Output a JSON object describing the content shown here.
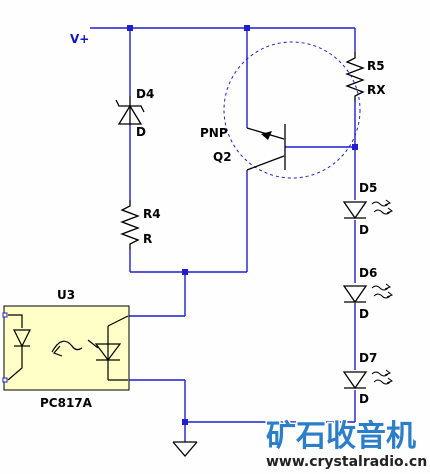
{
  "schematic": {
    "supply_label": "V+",
    "components": {
      "d4": {
        "ref": "D4",
        "value": "D"
      },
      "r4": {
        "ref": "R4",
        "value": "R"
      },
      "q2": {
        "ref": "Q2",
        "type": "PNP"
      },
      "r5": {
        "ref": "R5",
        "value": "RX"
      },
      "d5": {
        "ref": "D5",
        "value": "D"
      },
      "d6": {
        "ref": "D6",
        "value": "D"
      },
      "d7": {
        "ref": "D7",
        "value": "D"
      },
      "u3": {
        "ref": "U3",
        "part": "PC817A"
      }
    }
  },
  "watermark": {
    "title": "矿石收音机",
    "url": "www.crystalradio.cn"
  },
  "colors": {
    "wire": "#1f1fd0",
    "junction": "#1f1fd0",
    "symbol": "#000000",
    "optocoupler_fill": "#ffffc8",
    "watermark_title": "#2a7fc8"
  }
}
